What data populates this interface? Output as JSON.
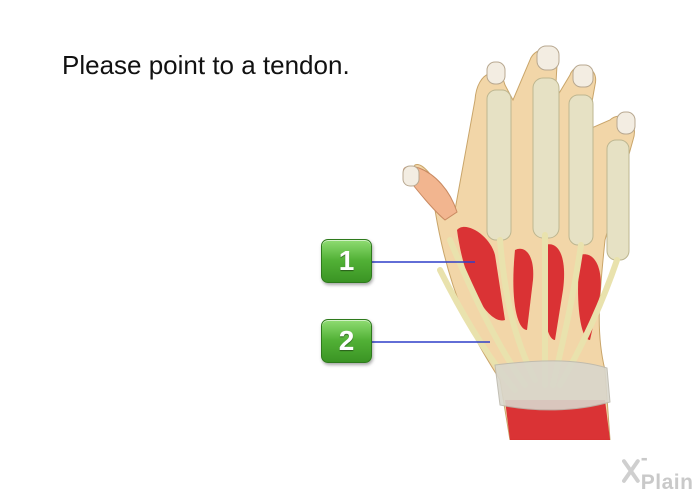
{
  "prompt": {
    "text": "Please point to a tendon."
  },
  "answers": [
    {
      "label": "1"
    },
    {
      "label": "2"
    }
  ],
  "logo": {
    "mark": "X",
    "text": "-Plain"
  },
  "colors": {
    "button_green": "#52b136",
    "pointer_line": "#2f3fc8",
    "muscle_red": "#d8252b",
    "tendon_cream": "#e8e2b8",
    "skin": "#f2b58f"
  },
  "icons": {
    "hand_illustration": "hand-anatomy-illustration"
  }
}
